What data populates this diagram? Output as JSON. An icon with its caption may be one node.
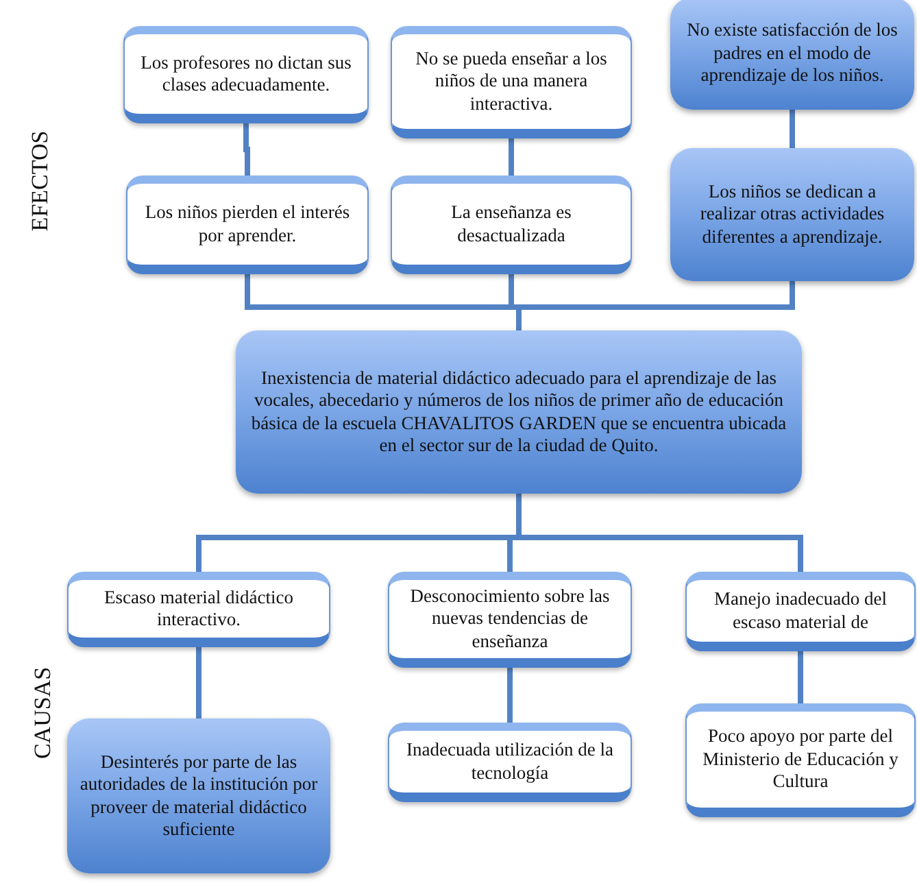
{
  "diagram": {
    "nodes": [
      {
        "text": [
          "Los profesores no dictan sus clases adecuadamente."
        ]
      },
      {
        "text": [
          "No se pueda enseñar a los niños de una manera interactiva."
        ]
      },
      {
        "text": [
          "No existe satisfacción de los padres en el modo de aprendizaje de los niños."
        ]
      },
      {
        "text": [
          "Los niños pierden el interés por aprender."
        ]
      },
      {
        "text": [
          "La enseñanza es desactualizada"
        ]
      },
      {
        "text": [
          "Los niños se dedican a realizar otras actividades diferentes a aprendizaje."
        ]
      },
      {
        "text": [
          "Inexistencia de material didáctico adecuado para el aprendizaje de las vocales, abecedario y números de los niños de primer año de educación básica de la escuela CHAVALITOS GARDEN que se encuentra ubicada en el sector sur de la ciudad de Quito."
        ]
      },
      {
        "text": [
          "Escaso material didáctico interactivo."
        ]
      },
      {
        "text": [
          "Desconocimiento sobre las nuevas tendencias de enseñanza"
        ]
      },
      {
        "text": [
          "Manejo inadecuado del escaso material de"
        ]
      },
      {
        "text": [
          "Desinterés por parte de las autoridades de la institución por proveer de material didáctico suficiente"
        ]
      },
      {
        "text": [
          "Inadecuada  utilización de la tecnología"
        ]
      },
      {
        "text": [
          "Poco apoyo por parte del Ministerio de Educación y Cultura"
        ]
      }
    ],
    "edges": [
      {
        "from": 0,
        "to": 3,
        "arrow": "none"
      },
      {
        "from": 1,
        "to": 4,
        "arrow": "none"
      },
      {
        "from": 2,
        "to": 5,
        "arrow": "none"
      },
      {
        "from": 3,
        "to": 6,
        "arrow": "none"
      },
      {
        "from": 4,
        "to": 6,
        "arrow": "none"
      },
      {
        "from": 5,
        "to": 6,
        "arrow": "none"
      },
      {
        "from": 6,
        "to": 7,
        "arrow": "none"
      },
      {
        "from": 6,
        "to": 8,
        "arrow": "none"
      },
      {
        "from": 6,
        "to": 9,
        "arrow": "none"
      },
      {
        "from": 7,
        "to": 10,
        "arrow": "none"
      },
      {
        "from": 8,
        "to": 11,
        "arrow": "none"
      },
      {
        "from": 9,
        "to": 12,
        "arrow": "none"
      }
    ],
    "labels": [
      "EFECTOS",
      "CAUSAS"
    ]
  }
}
